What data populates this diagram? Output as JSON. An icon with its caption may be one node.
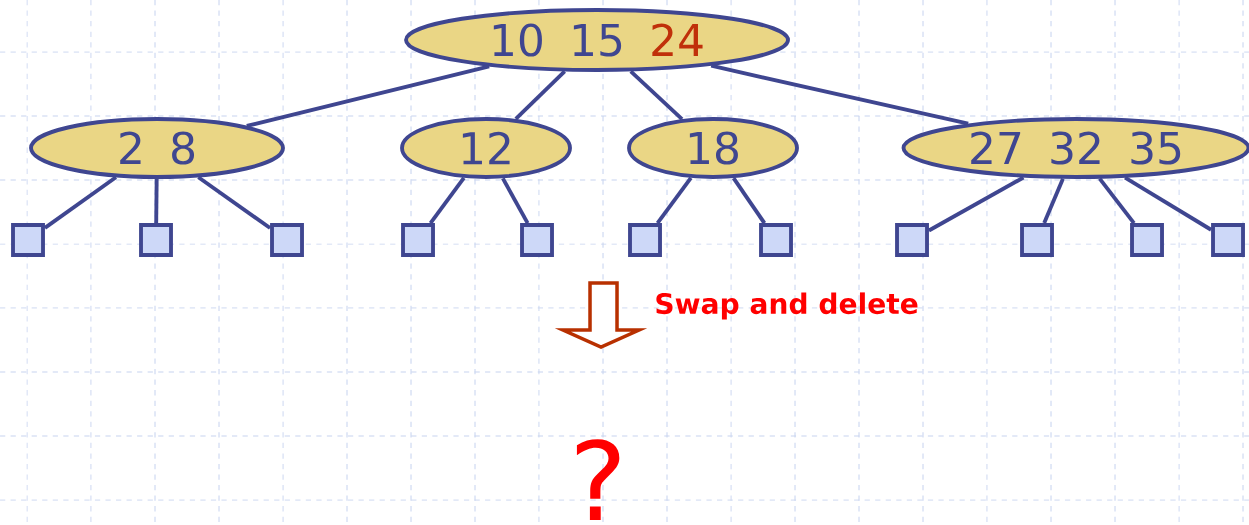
{
  "diagram": {
    "nodes": [
      {
        "text": [
          "10",
          "15",
          "24"
        ]
      },
      {
        "text": [
          "2",
          "8"
        ]
      },
      {
        "text": [
          "12"
        ]
      },
      {
        "text": [
          "18"
        ]
      },
      {
        "text": [
          "27",
          "32",
          "35"
        ]
      },
      {
        "text": [],
        "shape": "box"
      },
      {
        "text": [],
        "shape": "box"
      },
      {
        "text": [],
        "shape": "box"
      },
      {
        "text": [],
        "shape": "box"
      },
      {
        "text": [],
        "shape": "box"
      },
      {
        "text": [],
        "shape": "box"
      },
      {
        "text": [],
        "shape": "box"
      },
      {
        "text": [],
        "shape": "box"
      },
      {
        "text": [],
        "shape": "box"
      },
      {
        "text": [],
        "shape": "box"
      },
      {
        "text": [],
        "shape": "box"
      }
    ],
    "edges": [
      {
        "from": 0,
        "to": 1,
        "arrow": "none"
      },
      {
        "from": 0,
        "to": 2,
        "arrow": "none"
      },
      {
        "from": 0,
        "to": 3,
        "arrow": "none"
      },
      {
        "from": 0,
        "to": 4,
        "arrow": "none"
      },
      {
        "from": 1,
        "to": 5,
        "arrow": "none"
      },
      {
        "from": 1,
        "to": 6,
        "arrow": "none"
      },
      {
        "from": 1,
        "to": 7,
        "arrow": "none"
      },
      {
        "from": 2,
        "to": 8,
        "arrow": "none"
      },
      {
        "from": 2,
        "to": 9,
        "arrow": "none"
      },
      {
        "from": 3,
        "to": 10,
        "arrow": "none"
      },
      {
        "from": 3,
        "to": 11,
        "arrow": "none"
      },
      {
        "from": 4,
        "to": 12,
        "arrow": "none"
      },
      {
        "from": 4,
        "to": 13,
        "arrow": "none"
      },
      {
        "from": 4,
        "to": 14,
        "arrow": "none"
      },
      {
        "from": 4,
        "to": 15,
        "arrow": "none"
      }
    ],
    "labels": [
      "Swap and delete",
      "?"
    ]
  }
}
